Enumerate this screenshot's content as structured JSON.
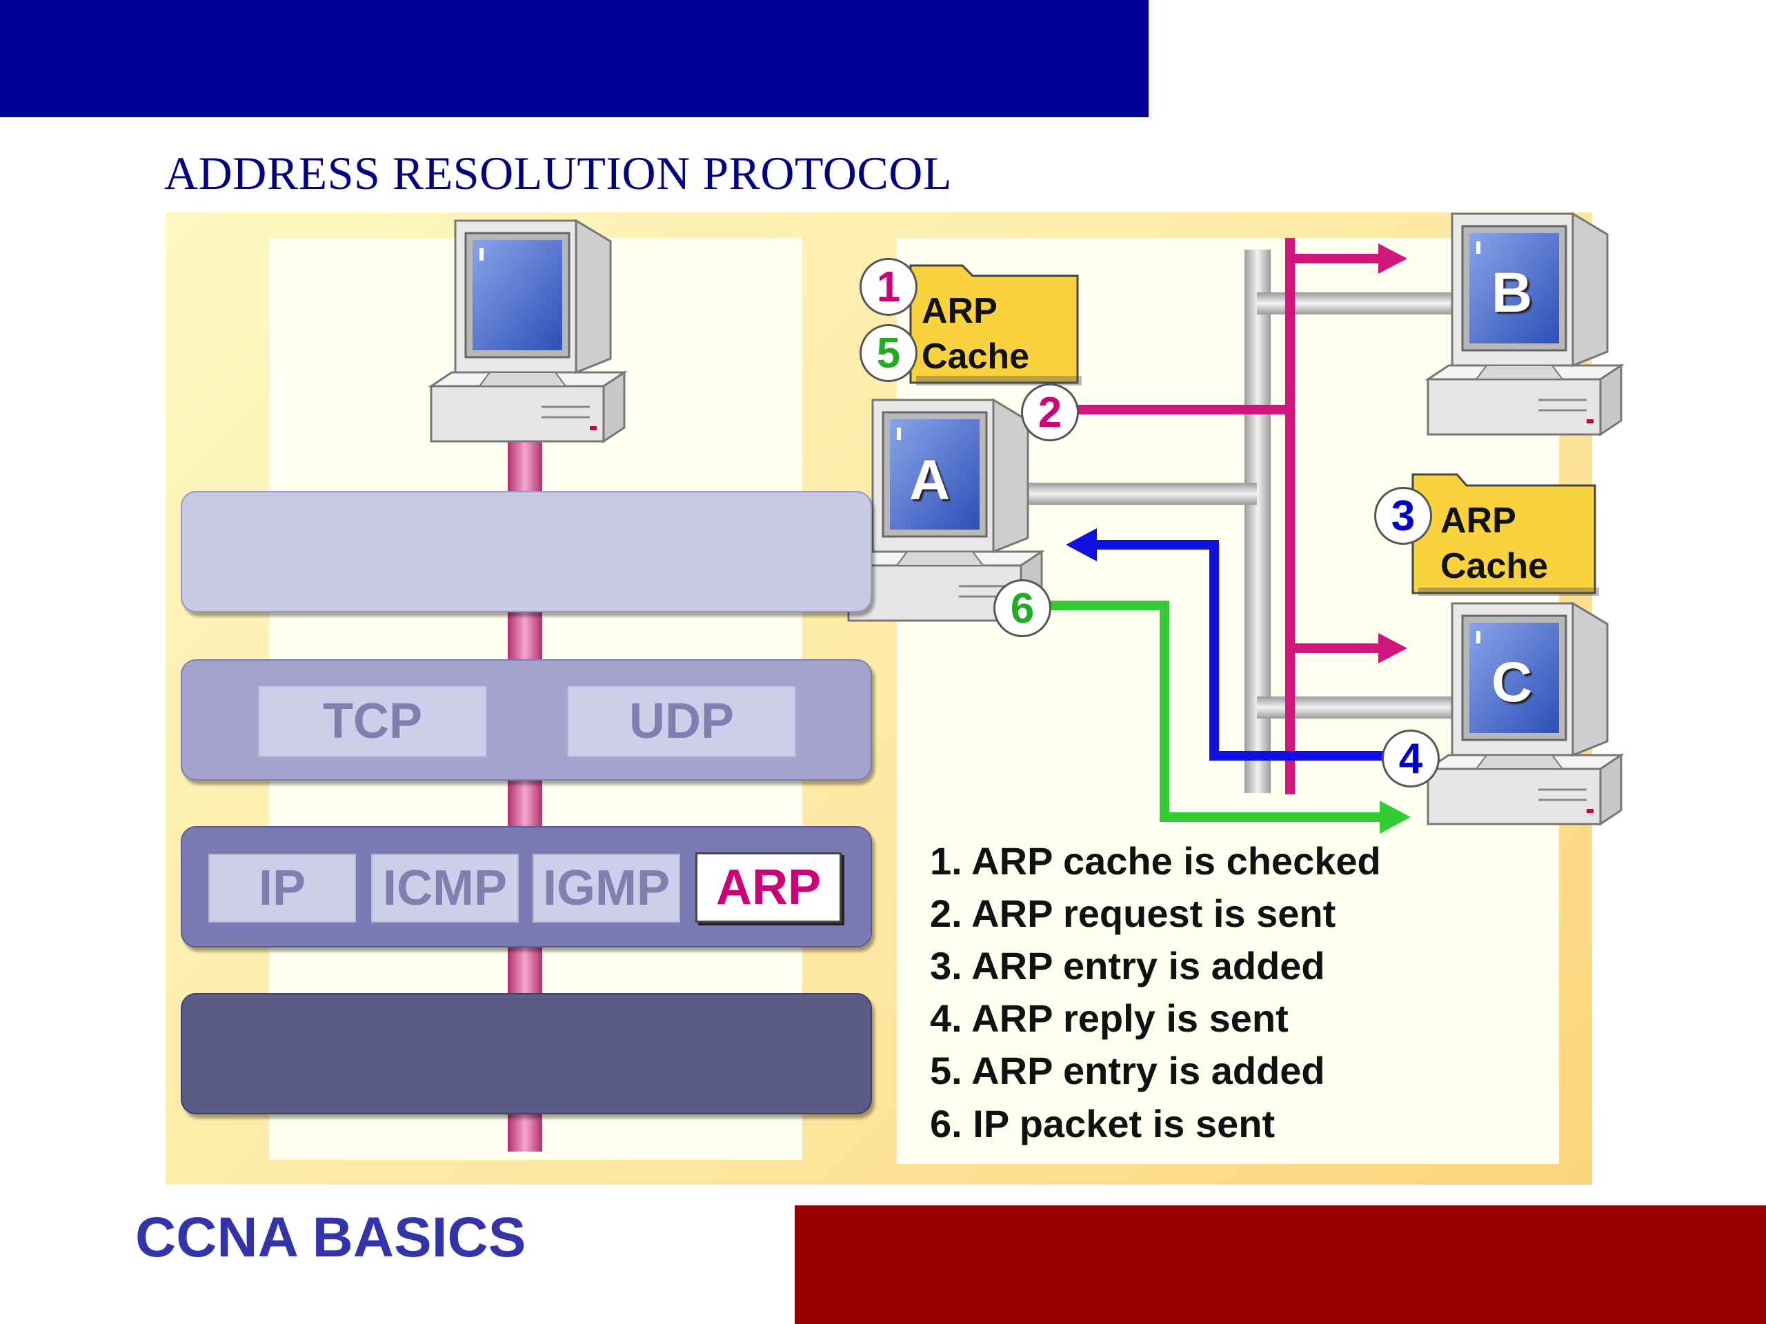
{
  "slide": {
    "title": "ADDRESS RESOLUTION PROTOCOL",
    "footer": "CCNA BASICS",
    "colors": {
      "top_bar": "#000099",
      "bottom_bar": "#990000",
      "title": "#000080",
      "footer": "#3333aa"
    }
  },
  "stack": {
    "transport": [
      "TCP",
      "UDP"
    ],
    "internet": [
      "IP",
      "ICMP",
      "IGMP",
      "ARP"
    ],
    "highlight": "ARP"
  },
  "hosts": {
    "a": "A",
    "b": "B",
    "c": "C"
  },
  "caches": {
    "a": {
      "line1": "ARP",
      "line2": "Cache"
    },
    "c": {
      "line1": "ARP",
      "line2": "Cache"
    }
  },
  "badges": {
    "b1": "1",
    "b2": "2",
    "b3": "3",
    "b4": "4",
    "b5": "5",
    "b6": "6"
  },
  "badge_colors": {
    "b1": "#cc0077",
    "b2": "#cc0077",
    "b3": "#0000cc",
    "b4": "#0000cc",
    "b5": "#22aa22",
    "b6": "#22aa22"
  },
  "steps": [
    "1. ARP cache is checked",
    "2. ARP request is sent",
    "3. ARP entry is added",
    "4. ARP reply is sent",
    "5. ARP entry is added",
    "6. IP packet is sent"
  ]
}
